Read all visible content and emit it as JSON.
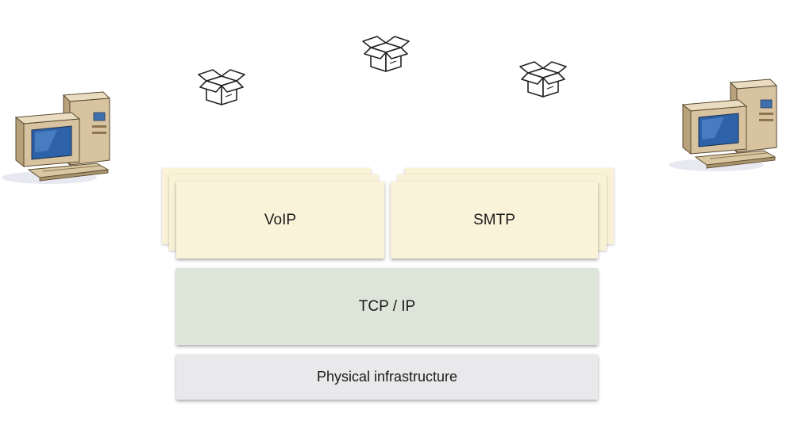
{
  "layers": {
    "app_left": "VoIP",
    "app_right": "SMTP",
    "transport": "TCP / IP",
    "physical": "Physical infrastructure"
  },
  "icons": {
    "left_host": "computer-icon",
    "right_host": "computer-icon",
    "packets": [
      "package-icon",
      "package-icon",
      "package-icon"
    ]
  },
  "colors": {
    "application_layer": "#fbf3d9",
    "transport_layer": "#dde5d8",
    "physical_layer": "#e9e9eb"
  }
}
